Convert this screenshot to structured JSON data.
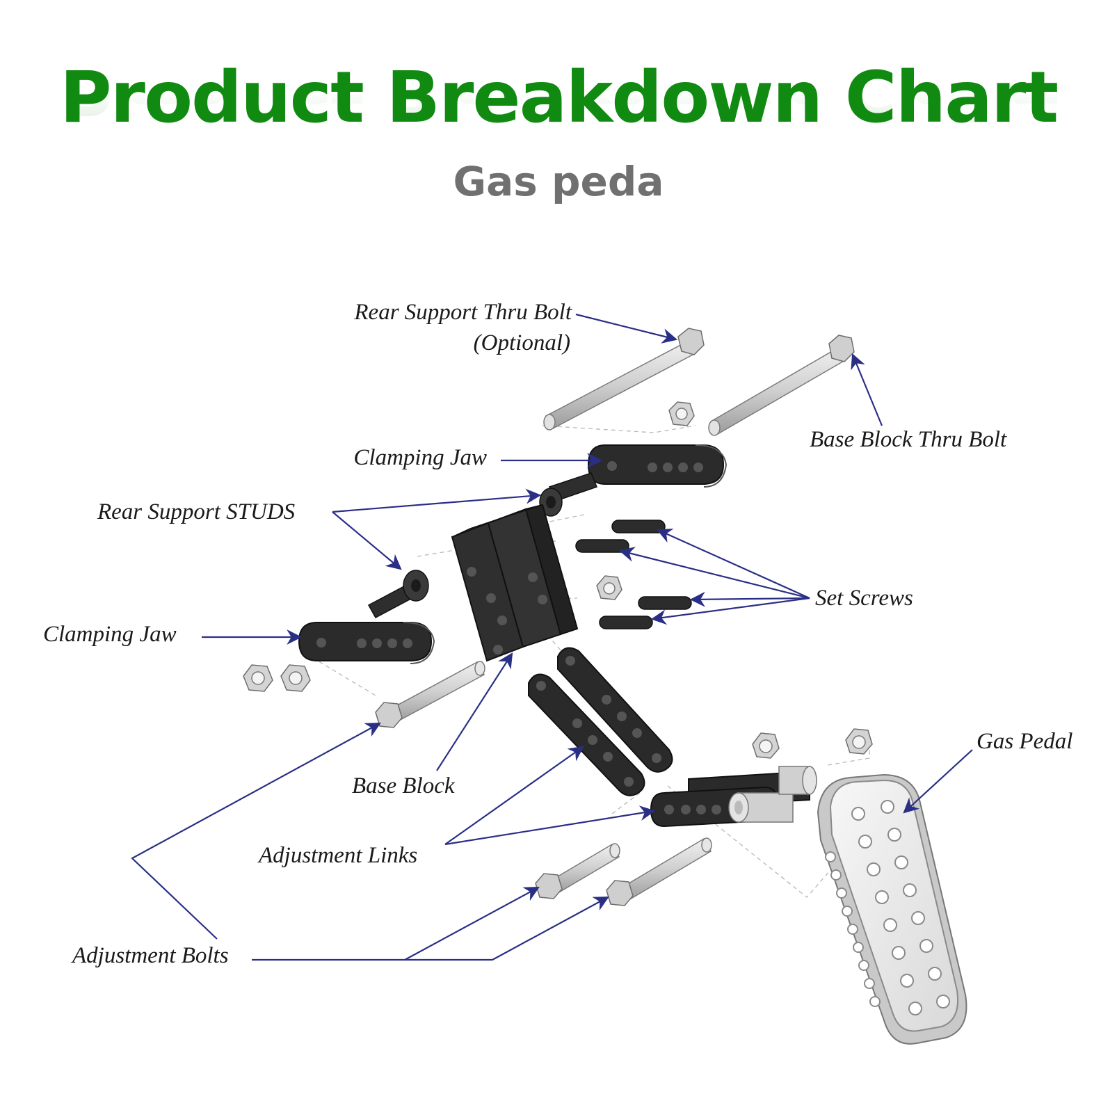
{
  "header": {
    "title": "Product Breakdown Chart",
    "subtitle": "Gas peda"
  },
  "labels": {
    "rear_support_thru_bolt": "Rear Support Thru Bolt",
    "rear_support_thru_bolt_note": "(Optional)",
    "base_block_thru_bolt": "Base Block Thru Bolt",
    "clamping_jaw_top": "Clamping Jaw",
    "rear_support_studs": "Rear Support STUDS",
    "set_screws": "Set Screws",
    "clamping_jaw_left": "Clamping Jaw",
    "base_block": "Base Block",
    "gas_pedal": "Gas Pedal",
    "adjustment_links": "Adjustment Links",
    "adjustment_bolts": "Adjustment Bolts"
  },
  "colors": {
    "title": "#118a11",
    "subtitle": "#707070",
    "leader": "#2a2f86",
    "dark_part": "#2b2b2b",
    "light_part": "#d0d0d0"
  }
}
